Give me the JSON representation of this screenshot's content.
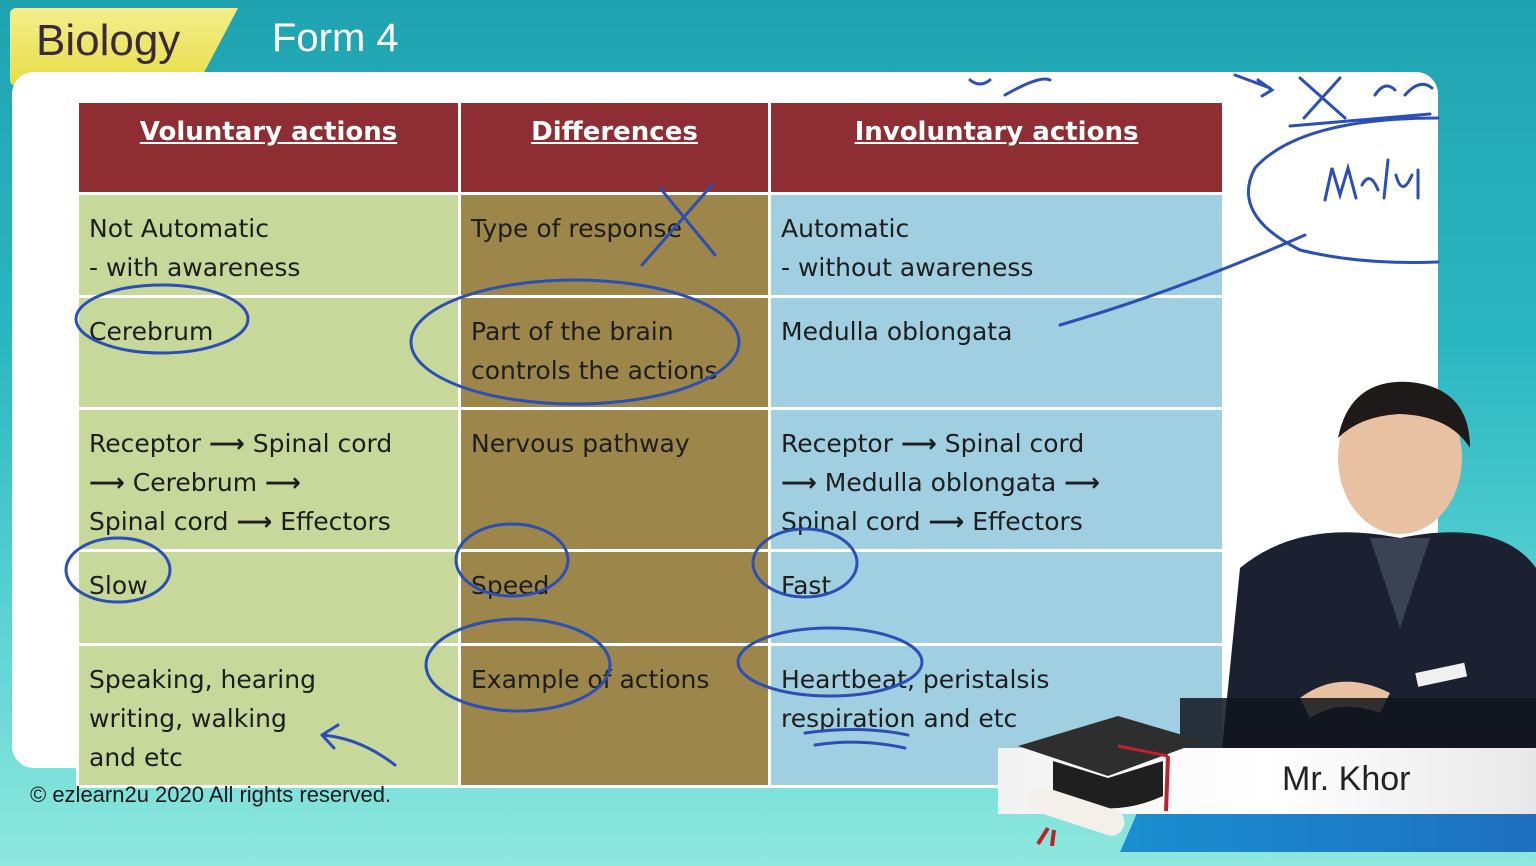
{
  "header": {
    "subject": "Biology",
    "form": "Form 4"
  },
  "table": {
    "headers": [
      "Voluntary actions",
      "Differences",
      "Involuntary actions"
    ],
    "rows": [
      {
        "voluntary": [
          "Not Automatic",
          "- with awareness"
        ],
        "difference": [
          "Type of response"
        ],
        "involuntary": [
          "Automatic",
          "- without awareness"
        ]
      },
      {
        "voluntary": [
          "Cerebrum"
        ],
        "difference": [
          "Part of the brain",
          "controls the actions"
        ],
        "involuntary": [
          "Medulla oblongata"
        ]
      },
      {
        "voluntary": [
          "Receptor",
          "Spinal cord",
          "Cerebrum",
          "Spinal cord",
          "Effectors"
        ],
        "difference": [
          "Nervous pathway"
        ],
        "involuntary": [
          "Receptor",
          "Spinal cord",
          "Medulla oblongata",
          "Spinal cord",
          "Effectors"
        ]
      },
      {
        "voluntary": [
          "Slow"
        ],
        "difference": [
          "Speed"
        ],
        "involuntary": [
          "Fast"
        ]
      },
      {
        "voluntary": [
          "Speaking, hearing",
          "writing, walking",
          "and etc"
        ],
        "difference": [
          "Example of actions"
        ],
        "involuntary": [
          "Heartbeat, peristalsis",
          "respiration and etc"
        ]
      }
    ]
  },
  "footer": {
    "copyright": "© ezlearn2u 2020 All rights reserved."
  },
  "presenter": {
    "name": "Mr. Khor"
  },
  "colors": {
    "header_red": "#8e2e33",
    "voluntary_green": "#c7d89b",
    "difference_brown": "#9c8649",
    "involuntary_blue": "#9fcfe0",
    "ink_blue": "#2b4fb5"
  }
}
